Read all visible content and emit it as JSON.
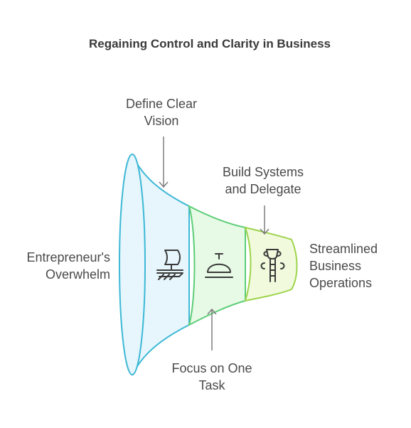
{
  "title": "Regaining Control and Clarity in Business",
  "labels": {
    "top_left": [
      "Define Clear",
      "Vision"
    ],
    "top_right": [
      "Build Systems",
      "and Delegate"
    ],
    "left": [
      "Entrepreneur's",
      "Overwhelm"
    ],
    "right": [
      "Streamlined",
      "Business",
      "Operations"
    ],
    "bottom": [
      "Focus on One",
      "Task"
    ]
  },
  "stages": [
    {
      "icon": "ship-icon",
      "fill": "#e6f6fc",
      "stroke": "#3db8d6"
    },
    {
      "icon": "service-bell-icon",
      "fill": "#e7fae6",
      "stroke": "#5ccd78"
    },
    {
      "icon": "trophy-ladder-icon",
      "fill": "#f1fadd",
      "stroke": "#9ed44c"
    }
  ],
  "colors": {
    "text": "#4a4a4a",
    "arrow": "#7d7d7d",
    "mouth_fill": "#e6f6fc",
    "mouth_stroke": "#3db8d6"
  }
}
